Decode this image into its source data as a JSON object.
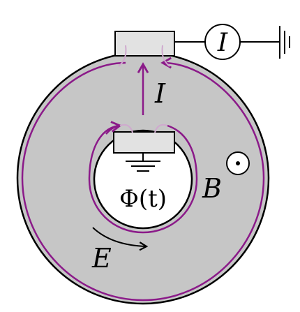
{
  "labels": {
    "meter_symbol": "I",
    "current": "I",
    "magnetic_field": "B",
    "flux": "Φ(t)",
    "electric_field": "E"
  },
  "colors": {
    "ring_fill": "#c6c6c6",
    "inner_fill": "#ffffff",
    "loop": "#8b1a89",
    "block_fill": "#e2e2e2",
    "ink": "#000000"
  },
  "icons": {
    "ground_top": "ground-icon",
    "ground_inner": "ground-icon",
    "field_out_of_page": "dot-in-circle-icon"
  }
}
